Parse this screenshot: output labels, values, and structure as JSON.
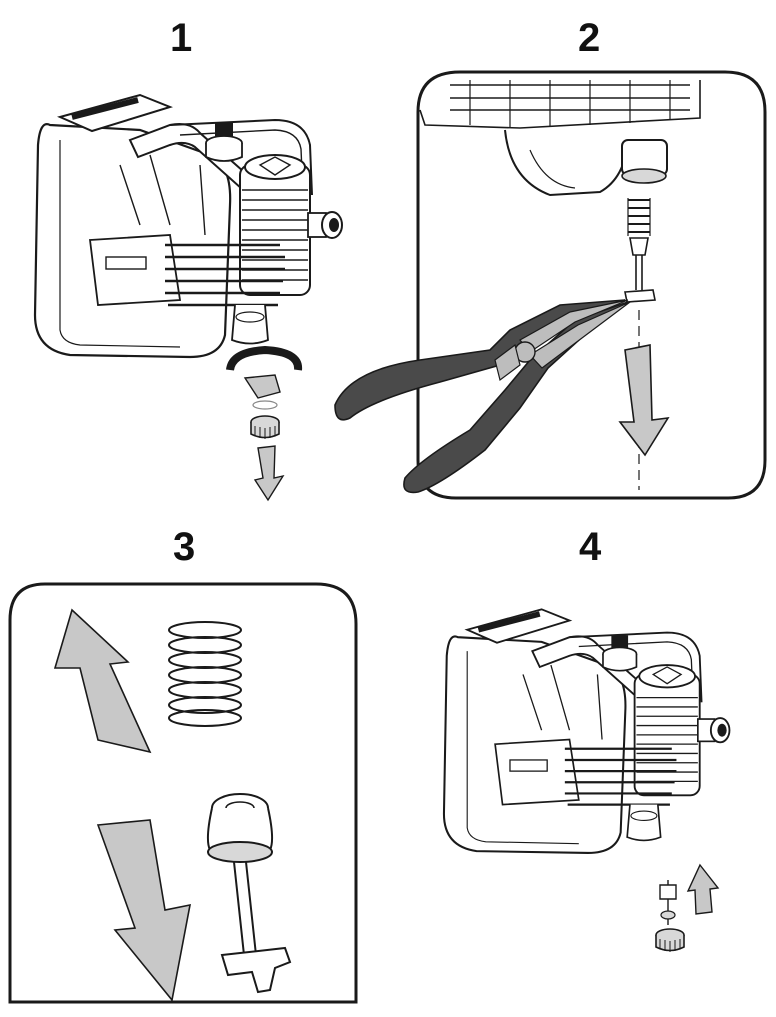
{
  "steps": [
    {
      "label": "1"
    },
    {
      "label": "2"
    },
    {
      "label": "3"
    },
    {
      "label": "4"
    }
  ],
  "colors": {
    "line": "#1a1a1a",
    "arrow_fill": "#c8c8c8",
    "arrow_dark": "#9a9a9a",
    "pliers_handle": "#4a4a4a",
    "pliers_jaw": "#bdbdbd"
  },
  "icons": [
    "pump-icon",
    "pliers-icon",
    "spring-icon",
    "valve-stem-icon",
    "nut-icon",
    "arrow-down-icon",
    "arrow-up-icon",
    "rotate-arrow-icon"
  ]
}
